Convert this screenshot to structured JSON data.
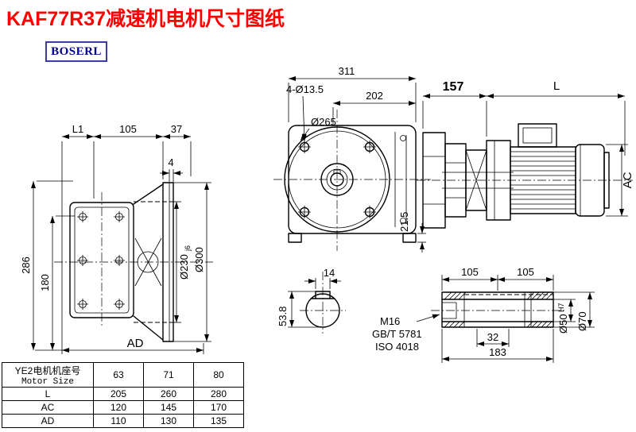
{
  "header": {
    "title": "KAF77R37减速机电机尺寸图纸",
    "logo": "BOSERL"
  },
  "drawing": {
    "left_view": {
      "dim_l1": "L1",
      "dim_105": "105",
      "dim_37": "37",
      "dim_4": "4",
      "dim_286": "286",
      "dim_180": "180",
      "dim_d230": "Ø230",
      "dim_d230_tol": "j6",
      "dim_d300": "Ø300",
      "dim_ad": "AD"
    },
    "front_view": {
      "dim_311": "311",
      "dim_202": "202",
      "dim_holes": "4-Ø13.5",
      "dim_d265": "Ø265",
      "dim_21_5": "21.5"
    },
    "motor_view": {
      "dim_157": "157",
      "dim_l": "L",
      "dim_ac": "AC"
    },
    "shaft_section": {
      "dim_14": "14",
      "dim_53_8": "53.8"
    },
    "shaft_detail": {
      "dim_105_left": "105",
      "dim_105_right": "105",
      "thread_label": "M16",
      "standard_gb": "GB/T 5781",
      "standard_iso": "ISO 4018",
      "dim_32": "32",
      "dim_183": "183",
      "dim_d50": "Ø50",
      "dim_d50_tol": "H7",
      "dim_d70": "Ø70"
    }
  },
  "table": {
    "header": {
      "label_cn": "YE2电机机座号",
      "label_en": "Motor Size",
      "sizes": [
        "63",
        "71",
        "80"
      ]
    },
    "rows": [
      {
        "label": "L",
        "values": [
          "205",
          "260",
          "280"
        ]
      },
      {
        "label": "AC",
        "values": [
          "120",
          "145",
          "170"
        ]
      },
      {
        "label": "AD",
        "values": [
          "110",
          "130",
          "135"
        ]
      }
    ]
  }
}
